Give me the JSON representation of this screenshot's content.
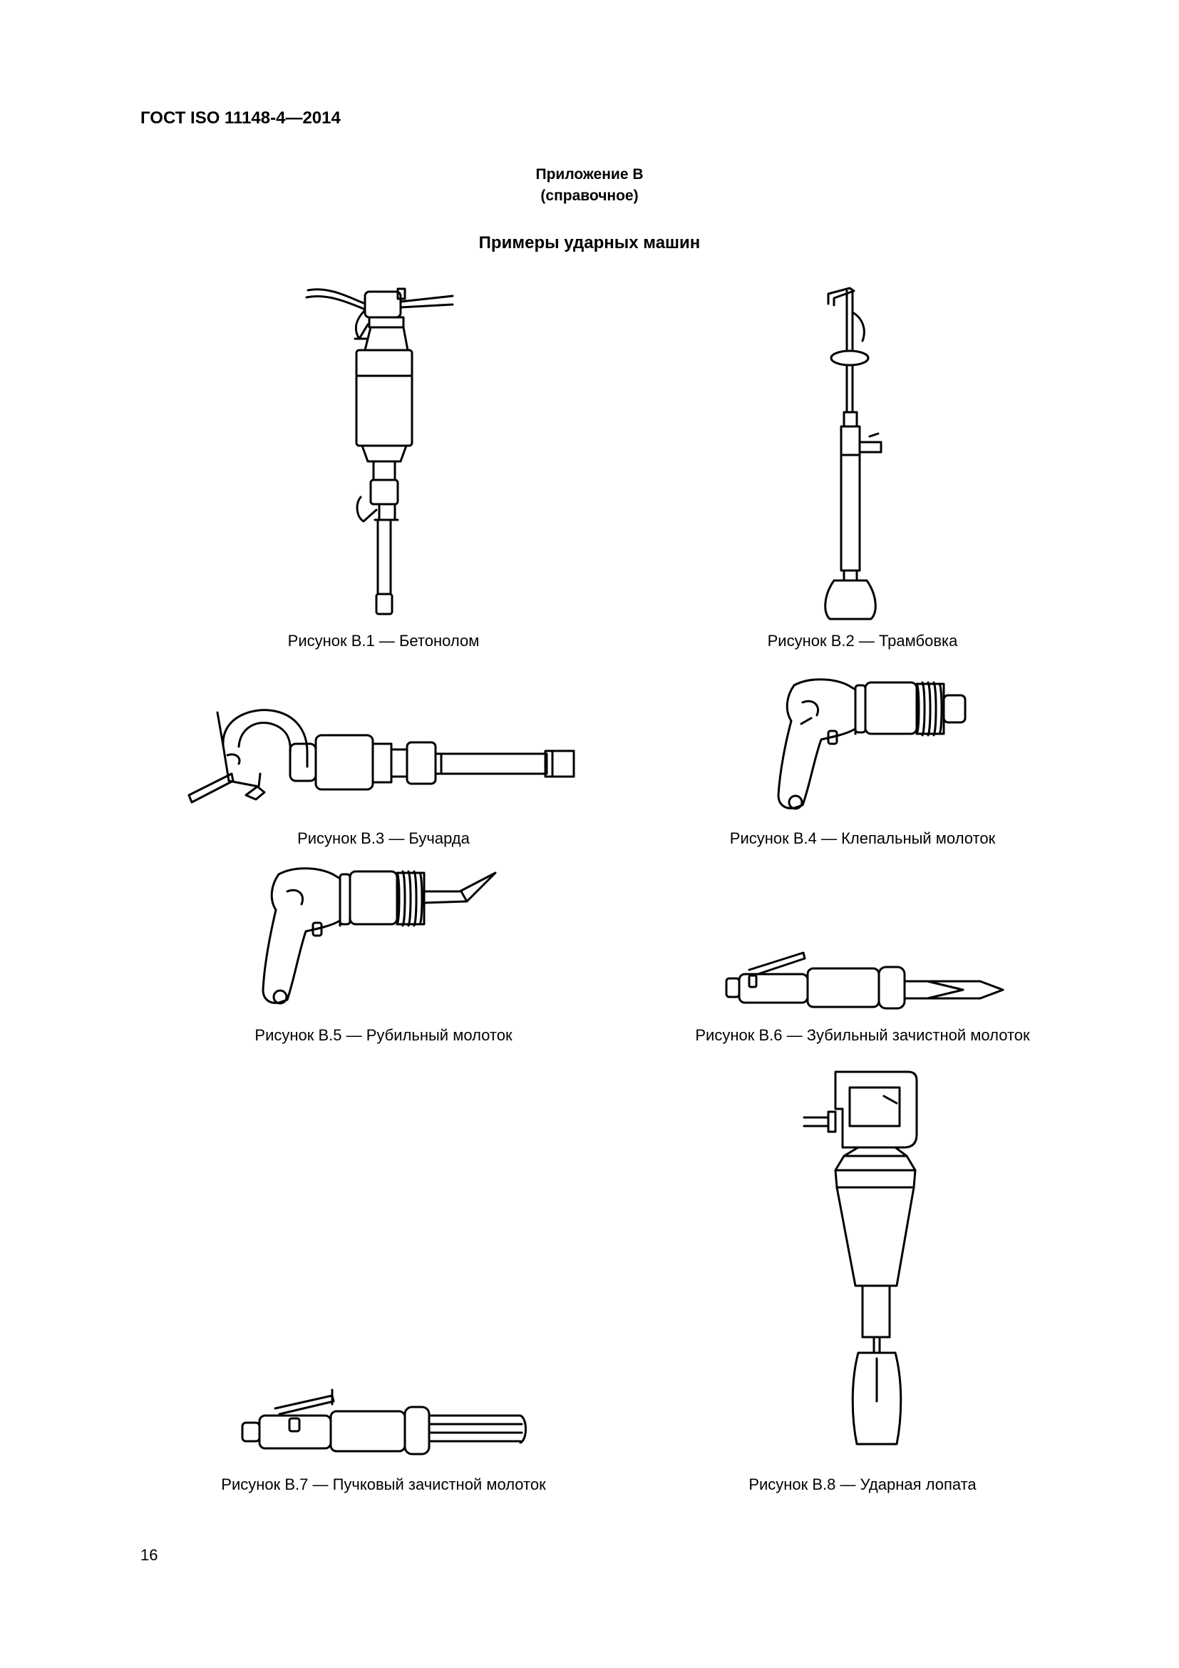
{
  "header": {
    "document_code": "ГОСТ ISO 11148-4—2014"
  },
  "annex": {
    "title": "Приложение В",
    "subtitle": "(справочное)"
  },
  "section": {
    "title": "Примеры ударных машин"
  },
  "figures": [
    {
      "caption": "Рисунок В.1 — Бетонолом"
    },
    {
      "caption": "Рисунок В.2 — Трамбовка"
    },
    {
      "caption": "Рисунок В.3 — Бучарда"
    },
    {
      "caption": "Рисунок В.4 — Клепальный молоток"
    },
    {
      "caption": "Рисунок В.5 — Рубильный молоток"
    },
    {
      "caption": "Рисунок В.6 — Зубильный зачистной молоток"
    },
    {
      "caption": "Рисунок В.7 — Пучковый зачистной молоток"
    },
    {
      "caption": "Рисунок В.8 — Ударная лопата"
    }
  ],
  "footer": {
    "page_number": "16"
  }
}
